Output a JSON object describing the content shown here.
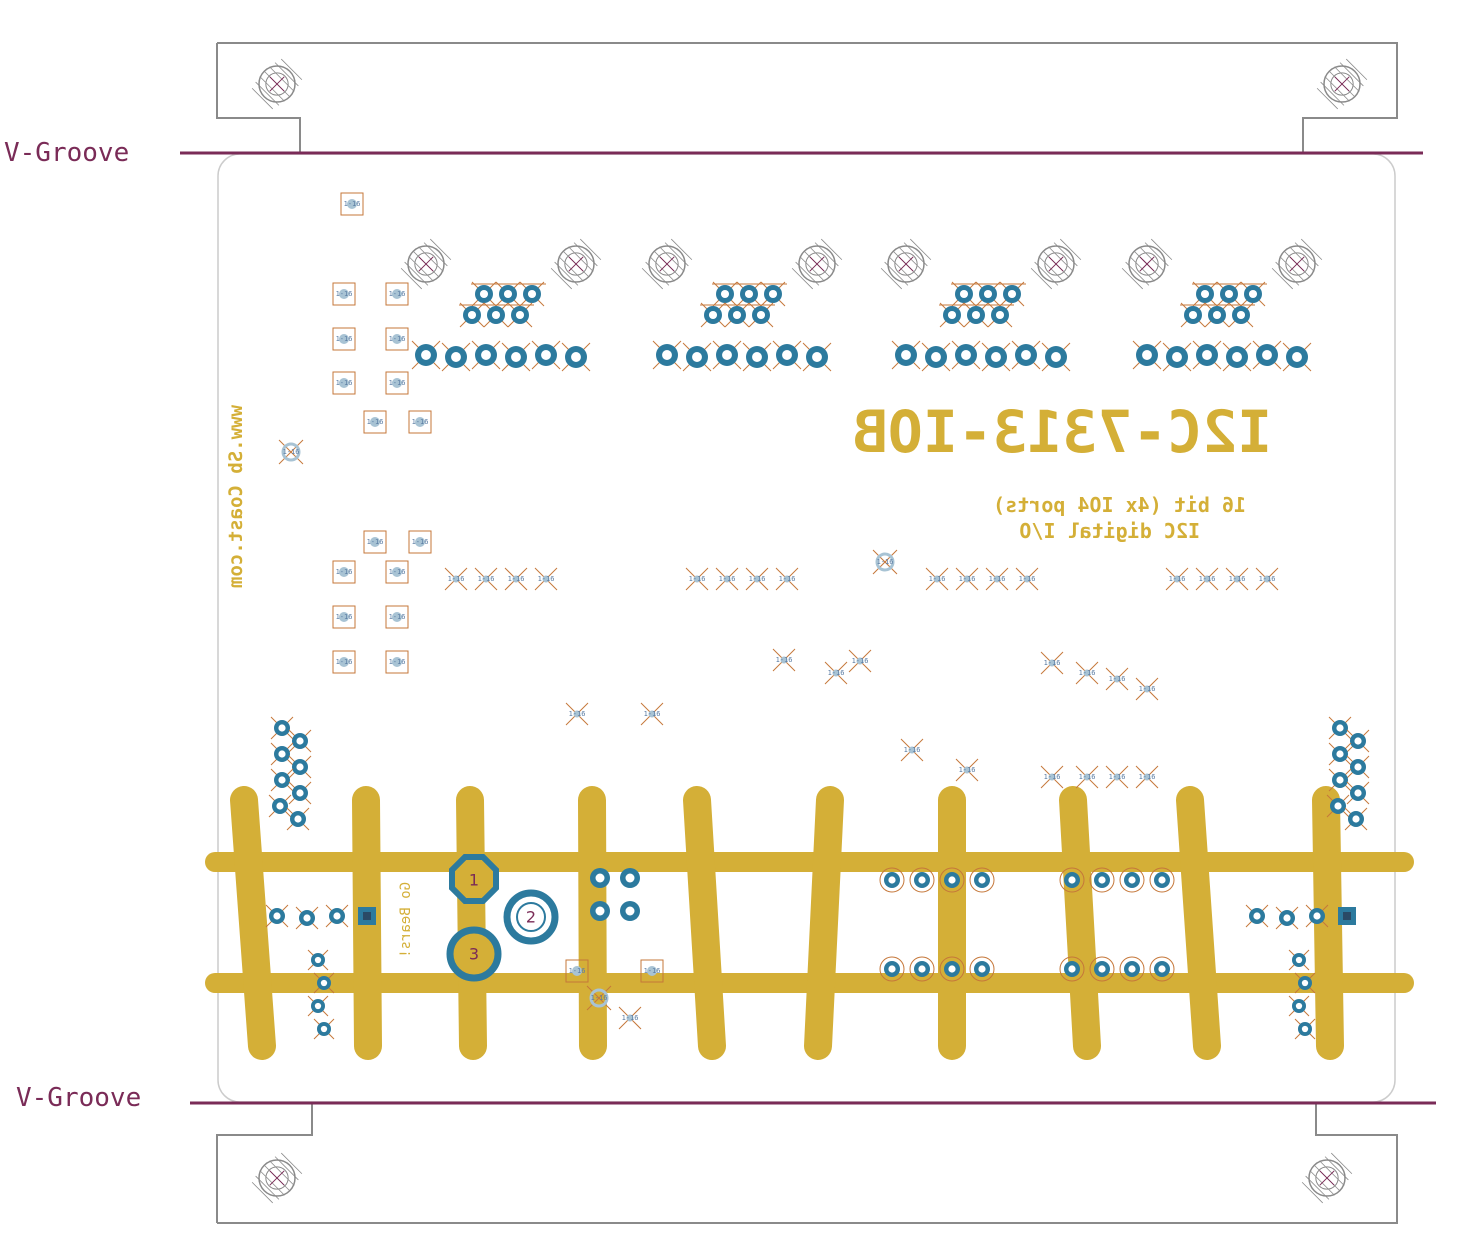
{
  "vgroove": {
    "top_label": "V-Groove",
    "bottom_label": "V-Groove"
  },
  "silkscreen": {
    "part_number": "I2C-7313-IOB",
    "desc_line1": "16 bit (4x IO4 ports)",
    "desc_line2": "I2C digital I/O",
    "website": "www.Sb Coast.com",
    "credit": "Go Bears!"
  },
  "pad_labels": [
    "1",
    "2",
    "3"
  ],
  "small_label": "1-16",
  "colors": {
    "outline": "#8a8a8a",
    "vgroove": "#7a2b57",
    "copper": "#d4af37",
    "pad": "#2c7a9e",
    "smd": "#c5773a",
    "hole": "#8a8a8a"
  }
}
